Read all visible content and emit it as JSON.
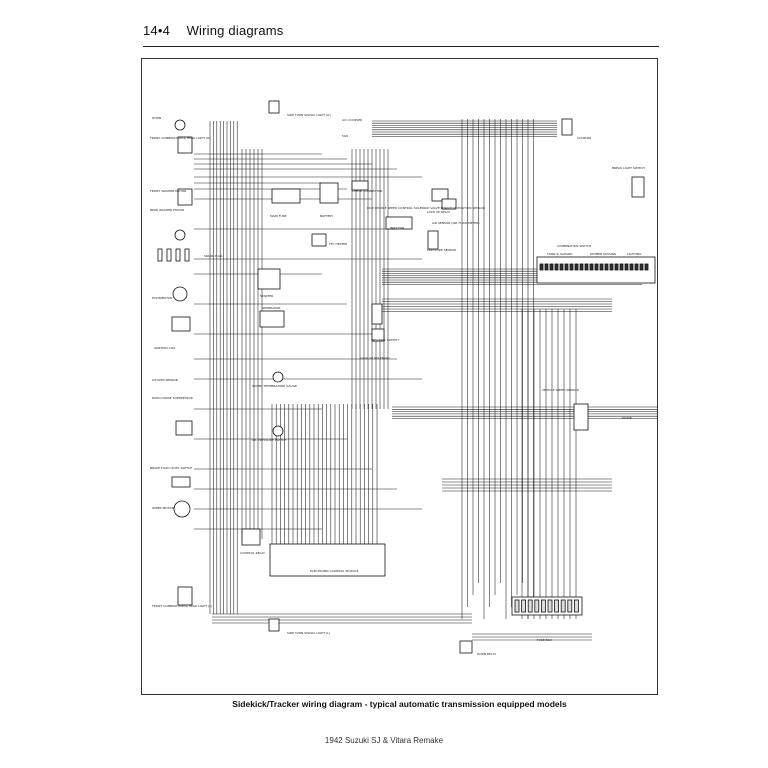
{
  "header": {
    "section": "14•4",
    "title": "Wiring diagrams"
  },
  "diagram": {
    "labels": {
      "side_turn_signal_top": "SIDE TURN SIGNAL LIGHT (R)",
      "front_combination_top": "FRONT COMBINATION & HEAD LIGHT (R)",
      "horn": "HORN",
      "ac_coupler": "A/C COUPLER",
      "fan": "FAN",
      "coupler": "COUPLER",
      "check_connector": "CHECK CONNECTOR",
      "main_fuse": "MAIN FUSE",
      "battery": "BATTERY",
      "front_washer": "FRONT WASHER MOTOR",
      "rear_washer": "REAR WASHER MOTOR",
      "break_light_switch": "BREAK LIGHT SWITCH",
      "tps_sensor": "IDLE UP/IDLE SPEED CONTROL SOLENOID VALVE THROTTLE POSITION SENSOR",
      "lock_up_relay": "LOCK UP RELAY",
      "air_sensor": "AIR SENSOR (AIR FLOW METER)",
      "pressure_sensor": "PRESSURE SENSOR",
      "spark_plug": "SPARK PLUG",
      "distributor": "DISTRIBUTOR",
      "ignition_coil": "IGNITION COIL",
      "starter": "STARTER",
      "generator": "GENERATOR",
      "ffc_heater": "FFC HEATER",
      "injector": "INJECTOR",
      "combination_switch": "COMBINATION SWITCH",
      "turn_hazard": "TURN & HAZARD",
      "dimmer_passing": "DIMMER PASSING",
      "lighting": "LIGHTING",
      "oxygen_sensor": "OXYGEN SENSOR",
      "radio_noise": "RADIO NOISE SUPPRESSOR",
      "water_temp_gauge": "WATER TEMPERATURE GAUGE",
      "oil_pressure": "OIL PRESSURE SWITCH",
      "neutral_switch": "NEUTRAL SWITCH",
      "lock_up_solenoid": "LOCK UP SOLENOID",
      "vss": "VEHICLE SPEED SENSOR",
      "brake_fluid": "BRAKE FLUID LEVEL SWITCH",
      "wiper_motor": "WIPER MOTOR",
      "ecm": "ELECTRONIC CONTROL MODULE",
      "control_relay": "CONTROL RELAY",
      "front_combination_bottom": "FRONT COMBINATION & HEAD LIGHT (L)",
      "side_turn_signal_bottom": "SIDE TURN SIGNAL LIGHT (L)",
      "horn_relay": "HORN RELAY",
      "fuse_box": "FUSE BOX",
      "diode": "DIODE"
    }
  },
  "caption": "Sidekick/Tracker wiring diagram - typical automatic transmission equipped models",
  "footer": "1942 Suzuki SJ & Vitara Remake"
}
